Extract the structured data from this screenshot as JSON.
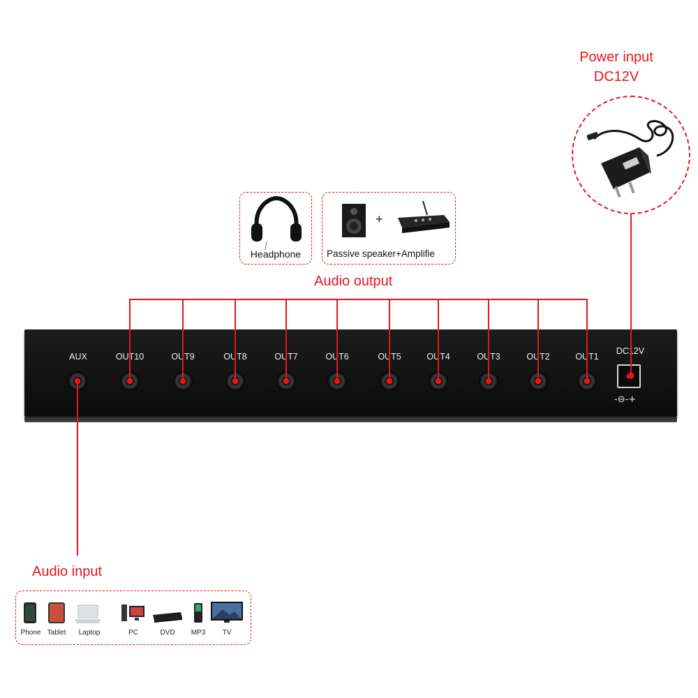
{
  "labels": {
    "power_input_line1": "Power input",
    "power_input_line2": "DC12V",
    "audio_output": "Audio output",
    "audio_input": "Audio input",
    "headphone": "Headphone",
    "passive_speaker": "Passive speaker+Amplifie",
    "plus": "+"
  },
  "device": {
    "aux_label": "AUX",
    "dc_label": "DC12V",
    "polarity": "-⊖-+",
    "outputs": [
      "OUT10",
      "OUT9",
      "OUT8",
      "OUT7",
      "OUT6",
      "OUT5",
      "OUT4",
      "OUT3",
      "OUT2",
      "OUT1"
    ]
  },
  "sources": [
    "Phone",
    "Tablet",
    "Laptop",
    "PC",
    "DVD",
    "MP3",
    "TV"
  ],
  "colors": {
    "accent": "#e8141c",
    "device": "#141414"
  },
  "icons": [
    "headphone-icon",
    "speaker-icon",
    "amplifier-icon",
    "power-adapter-icon",
    "phone-icon",
    "tablet-icon",
    "laptop-icon",
    "pc-icon",
    "dvd-icon",
    "mp3-icon",
    "tv-icon"
  ]
}
